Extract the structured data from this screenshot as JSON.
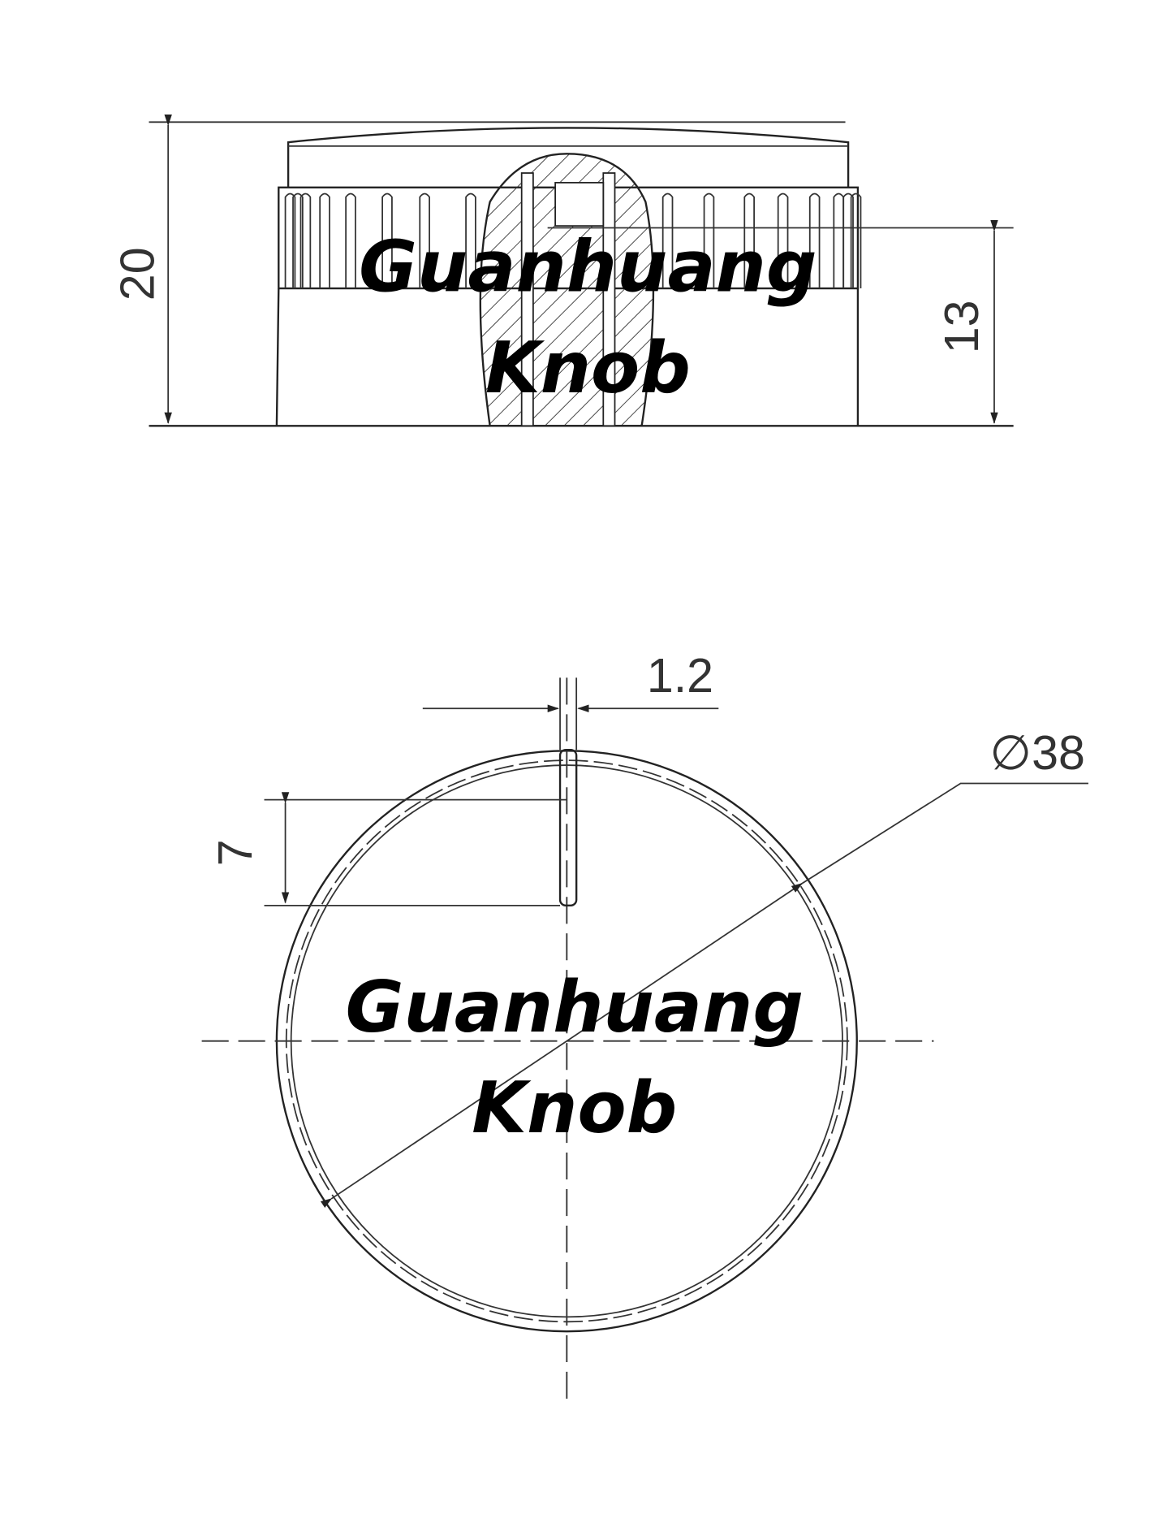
{
  "side_view": {
    "height_total": "20",
    "height_knurl": "13"
  },
  "top_view": {
    "slot_width": "1.2",
    "slot_length": "7",
    "diameter": "∅38"
  },
  "watermark": {
    "line1": "Guanhuang",
    "line2": "Knob"
  }
}
